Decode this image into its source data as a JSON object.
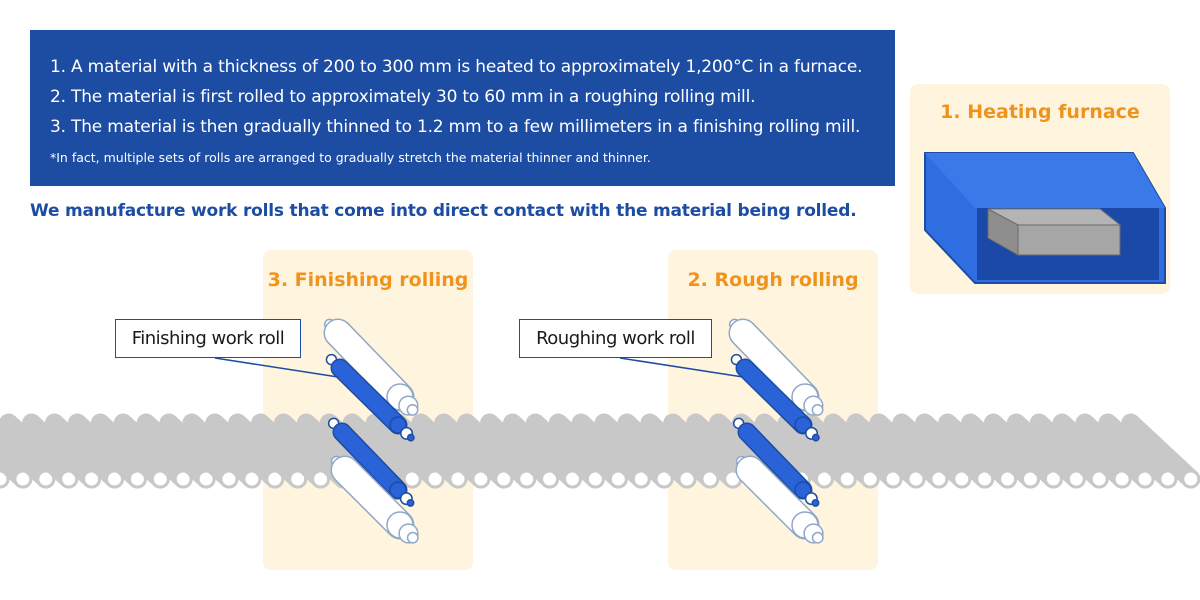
{
  "intro": {
    "steps": [
      "1. A material with a thickness of 200 to 300 mm is heated to approximately 1,200°C in a furnace.",
      "2. The material is first rolled to approximately 30 to 60 mm in a roughing rolling mill.",
      "3. The material is then gradually thinned to 1.2 mm to a few millimeters in a finishing rolling mill."
    ],
    "note": "*In fact, multiple sets of rolls are arranged to gradually stretch the material thinner and thinner."
  },
  "subtitle": "We manufacture work rolls that come into direct contact with the material being rolled.",
  "stages": {
    "heating": {
      "title": "1. Heating furnace"
    },
    "rough": {
      "title": "2. Rough rolling",
      "callout": "Roughing work roll"
    },
    "finishing": {
      "title": "3. Finishing rolling",
      "callout": "Finishing work roll"
    }
  },
  "colors": {
    "brand_blue": "#1d4ca3",
    "accent_orange": "#f0931c",
    "panel_cream": "#fff4dd",
    "roll_blue": "#2a62d8",
    "conveyor_gray": "#c8c8c8"
  }
}
